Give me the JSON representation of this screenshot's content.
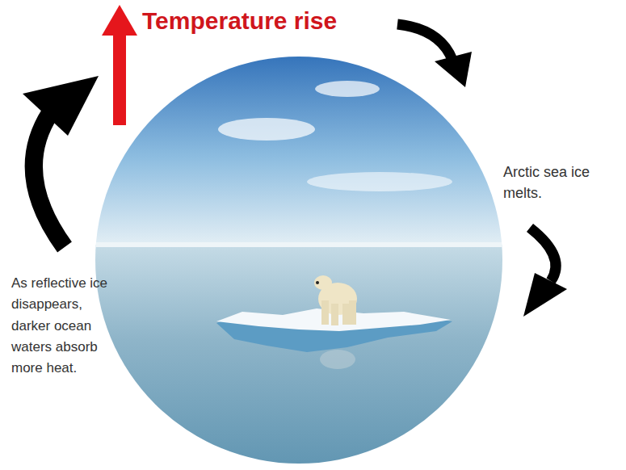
{
  "diagram": {
    "labels": [
      "Temperature rise",
      "Arctic sea ice melts.",
      "As reflective ice disappears, darker ocean waters absorb more heat."
    ]
  }
}
